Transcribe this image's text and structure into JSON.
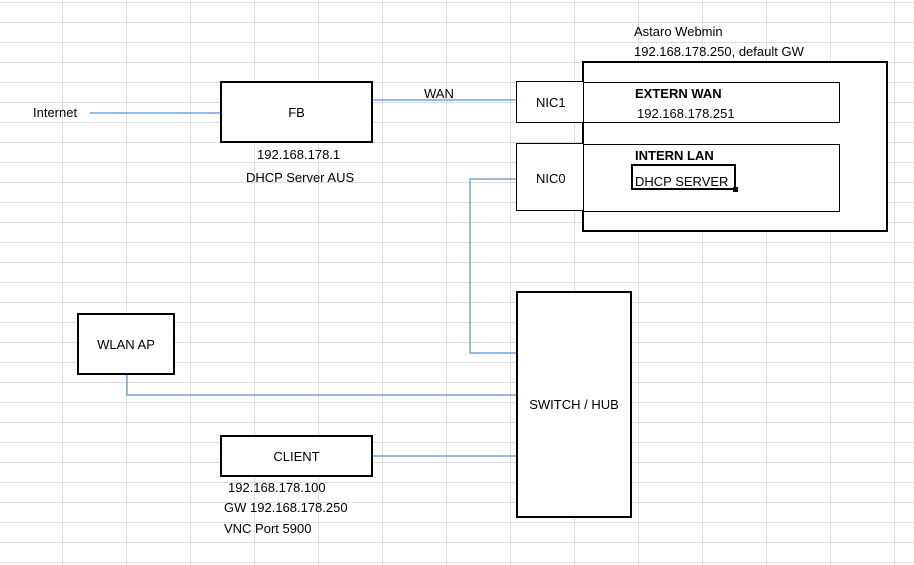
{
  "internet": {
    "label": "Internet"
  },
  "fb": {
    "label": "FB",
    "ip": "192.168.178.1",
    "dhcp": "DHCP Server AUS"
  },
  "wan_link": {
    "label": "WAN"
  },
  "astaro": {
    "title": "Astaro Webmin",
    "address": "192.168.178.250, default GW",
    "extern": {
      "title": "EXTERN WAN",
      "ip": "192.168.178.251"
    },
    "intern": {
      "title": "INTERN LAN",
      "dhcp": "DHCP SERVER"
    },
    "nic1": {
      "label": "NIC1"
    },
    "nic0": {
      "label": "NIC0"
    }
  },
  "switch": {
    "label": "SWITCH / HUB"
  },
  "wlan_ap": {
    "label": "WLAN AP"
  },
  "client": {
    "label": "CLIENT",
    "ip": "192.168.178.100",
    "gw": "GW 192.168.178.250",
    "vnc": "VNC Port 5900"
  },
  "colors": {
    "link": "#5b8fcf",
    "border": "#000000",
    "grid": "#d9dde3"
  }
}
